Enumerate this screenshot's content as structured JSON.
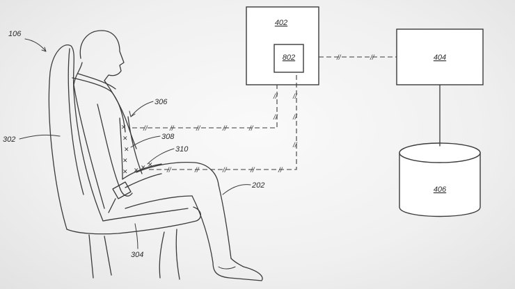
{
  "labels": {
    "seat": "106",
    "seatback": "302",
    "seat_cushion": "304",
    "seatbelt": "306",
    "sensor_a": "308",
    "sensor_b": "310",
    "occupant": "202",
    "controller": "402",
    "processor": "802",
    "computer": "404",
    "database": "406"
  },
  "colors": {
    "line": "#3a3a3a",
    "background": "#f4f4f4"
  }
}
